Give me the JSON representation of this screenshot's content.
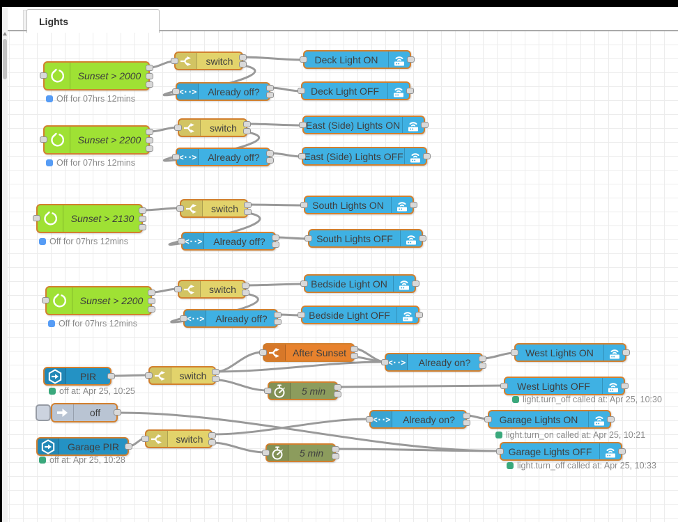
{
  "tab": {
    "label": "Lights"
  },
  "nodes": {
    "sunset_deck": "Sunset > 2000",
    "sunset_east": "Sunset > 2200",
    "sunset_south": "Sunset > 2130",
    "sunset_bedside": "Sunset > 2200",
    "switch": "switch",
    "already_off": "Already off?",
    "already_on": "Already on?",
    "deck_on": "Deck Light ON",
    "deck_off": "Deck Light OFF",
    "east_on": "East (Side) Lights ON",
    "east_off": "East (Side) Lights OFF",
    "south_on": "South Lights ON",
    "south_off": "South Lights OFF",
    "bedside_on": "Bedside Light ON",
    "bedside_off": "Bedside Light OFF",
    "after_sunset": "After Sunset",
    "five_min": "5 min",
    "pir": "PIR",
    "garage_pir": "Garage PIR",
    "inject_off": "off",
    "west_on": "West Lights ON",
    "west_off": "West Lights OFF",
    "garage_on": "Garage Lights ON",
    "garage_off": "Garage Lights OFF"
  },
  "statuses": {
    "sunset_off_for": "Off for 07hrs 12mins",
    "pir": "off at: Apr 25, 10:25",
    "garage_pir": "off at: Apr 25, 10:28",
    "west_off": "light.turn_off called at: Apr 25, 10:30",
    "garage_on": "light.turn_on called at: Apr 25, 10:21",
    "garage_off": "light.turn_off called at: Apr 25, 10:33"
  },
  "colors": {
    "sunset_node": "#9fe134",
    "switch_node": "#e2d36b",
    "condition_node": "#3fb1e3",
    "service_node": "#3fb1e3",
    "entity_node": "#2492c4",
    "after_sunset_node": "#e8822d",
    "timer_node": "#8c9c5d",
    "inject_node": "#b9c4d3",
    "node_border": "#d2802f",
    "wire": "#999999",
    "status_blue": "#569cf5",
    "status_green": "#3aa87c"
  }
}
